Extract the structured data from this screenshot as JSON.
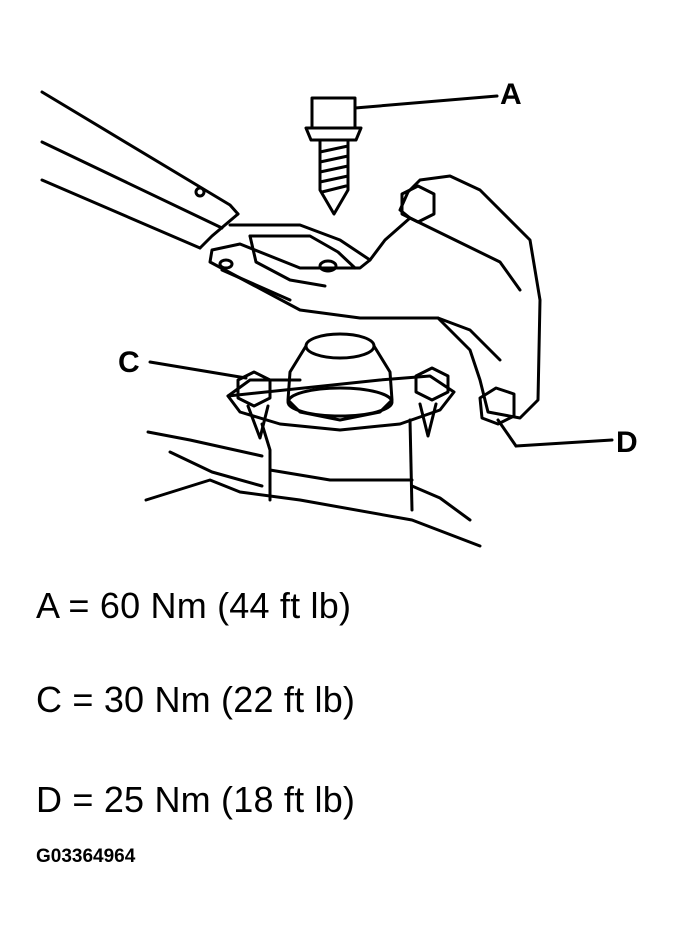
{
  "callouts": {
    "a": "A",
    "c": "C",
    "d": "D"
  },
  "specs": {
    "a": "A = 60 Nm (44 ft lb)",
    "c": "C = 30 Nm (22 ft lb)",
    "d": "D = 25 Nm (18 ft lb)"
  },
  "figure_id": "G03364964",
  "colors": {
    "ink": "#000000",
    "paper": "#ffffff"
  }
}
